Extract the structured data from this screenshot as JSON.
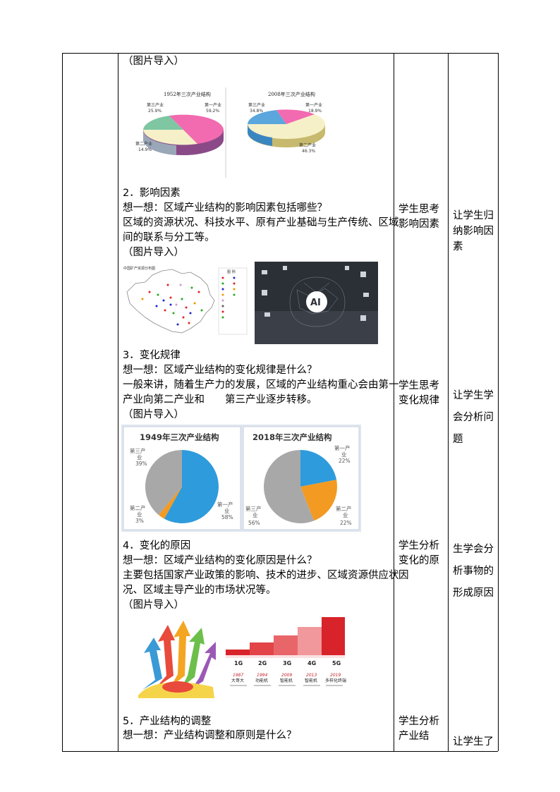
{
  "section_1": {
    "intro": "（图片导入）"
  },
  "pie_1952": {
    "title": "1952年三次产业结构",
    "labels": [
      "第三产业",
      "第一产业",
      "第二产业"
    ],
    "values": [
      "25.9%",
      "59.2%",
      "14.9%"
    ],
    "colors": [
      "#7fc6a3",
      "#f26aaf",
      "#b7c98b"
    ]
  },
  "pie_2008": {
    "title": "2008年三次产业结构",
    "labels": [
      "第三产业",
      "第一产业",
      "第二产业"
    ],
    "values": [
      "34.8%",
      "18.9%",
      "46.3%"
    ],
    "colors": [
      "#5aa6dd",
      "#f26aaf",
      "#f6f0c8"
    ]
  },
  "section_2": {
    "heading": "2．影响因素",
    "q": "想一想：区域产业结构的影响因素包括哪些？",
    "a1": "区域的资源状况、科技水平、原有产业基础与生产传统、区域",
    "a2": "间的联系与分工等。",
    "intro": "（图片导入）",
    "student": [
      "学生思考",
      "影响因素"
    ],
    "intent": [
      "让学生归",
      "纳影响因",
      "素"
    ]
  },
  "map_fig": {
    "title": "中国矿产资源分布图",
    "legend_title": "图 例"
  },
  "ai_fig": {
    "label": "AI"
  },
  "section_3": {
    "heading": "3．变化规律",
    "q": "想一想：区域产业结构的变化规律是什么？",
    "a1": "一般来讲，随着生产力的发展，区域的产业结构重心会由第一",
    "a2": "产业向第二产业和　　第三产业逐步转移。",
    "intro": "（图片导入）",
    "student": [
      "学生思考",
      "变化规律"
    ],
    "intent": [
      "让学生学",
      "会分析问",
      "题"
    ]
  },
  "chart_data": [
    {
      "type": "pie",
      "title": "1949年三次产业结构",
      "categories": [
        "第一产业",
        "第二产业",
        "第三产业"
      ],
      "values": [
        58,
        3,
        39
      ],
      "colors": [
        "#2e9bdc",
        "#f39a22",
        "#a8a8a8"
      ]
    },
    {
      "type": "pie",
      "title": "2018年三次产业结构",
      "categories": [
        "第一产业",
        "第二产业",
        "第三产业"
      ],
      "values": [
        22,
        22,
        56
      ],
      "colors": [
        "#2e9bdc",
        "#f39a22",
        "#a8a8a8"
      ]
    }
  ],
  "pie_label_parts": {
    "p1949": {
      "c3a": "第三产",
      "c3b": "业",
      "c3v": "39%",
      "c2a": "第二产",
      "c2b": "业",
      "c2v": "3%",
      "c1a": "第一产",
      "c1b": "业",
      "c1v": "58%"
    },
    "p2018": {
      "c1a": "第一产",
      "c1b": "业",
      "c1v": "22%",
      "c3a": "第三产",
      "c3b": "业",
      "c3v": "56%",
      "c2a": "第二产",
      "c2b": "业",
      "c2v": "22%"
    }
  },
  "section_4": {
    "heading": "4．变化的原因",
    "q": "想一想：区域产业结构的变化原因是什么？",
    "a1": "主要包括国家产业政策的影响、技术的进步、区域资源供应状",
    "a2": "况、区域主导产业的市场状况等。",
    "intro": "（图片导入）",
    "student": [
      "学生分析",
      "变化的原",
      "因"
    ],
    "intent": [
      "生学会分",
      "析事物的",
      "形成原因"
    ]
  },
  "phone_fig": {
    "gens": [
      "1G",
      "2G",
      "3G",
      "4G",
      "5G"
    ],
    "years": [
      "1987",
      "1994",
      "2009",
      "2013",
      "2019"
    ],
    "names": [
      "大哥大",
      "功能机",
      "智能机",
      "智能机",
      "多样化终端"
    ]
  },
  "section_5": {
    "heading": "5．产业结构的调整",
    "q": "想一想：产业结构调整和原则是什么？",
    "student": [
      "学生分析",
      "产业结"
    ],
    "intent": [
      "让学生了"
    ]
  }
}
